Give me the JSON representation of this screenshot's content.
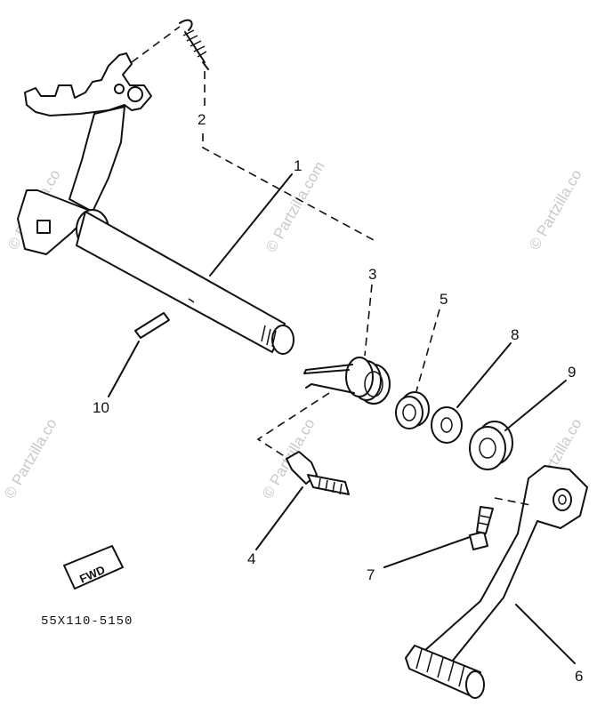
{
  "callouts": [
    {
      "id": "1",
      "text": "1"
    },
    {
      "id": "2",
      "text": "2"
    },
    {
      "id": "3",
      "text": "3"
    },
    {
      "id": "4",
      "text": "4"
    },
    {
      "id": "5",
      "text": "5"
    },
    {
      "id": "6",
      "text": "6"
    },
    {
      "id": "7",
      "text": "7"
    },
    {
      "id": "8",
      "text": "8"
    },
    {
      "id": "9",
      "text": "9"
    },
    {
      "id": "10",
      "text": "10"
    }
  ],
  "watermark": {
    "text": "© Partzilla.com",
    "short_text": "© Partzilla.co",
    "color": "#c8c8c8"
  },
  "fwd_label": "FWD",
  "part_number": "55X110-5150",
  "line_color": "#111111"
}
